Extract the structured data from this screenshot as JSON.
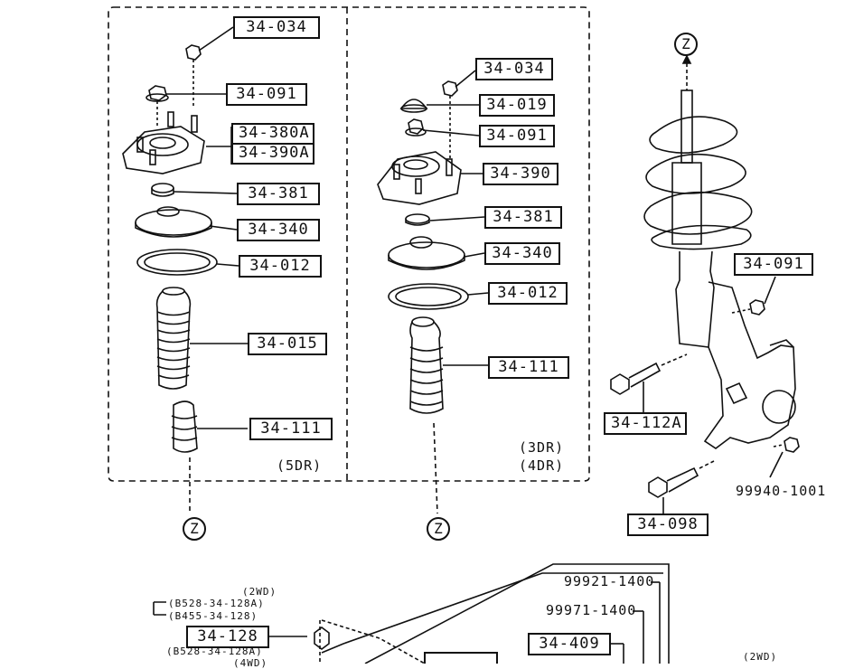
{
  "parts_5dr": [
    "34-034",
    "34-091",
    "34-380A",
    "34-390A",
    "34-381",
    "34-340",
    "34-012",
    "34-015",
    "34-111"
  ],
  "parts_3dr": [
    "34-034",
    "34-019",
    "34-091",
    "34-390",
    "34-381",
    "34-340",
    "34-012",
    "34-111"
  ],
  "parts_knuckle": [
    "34-091",
    "34-112A",
    "34-098"
  ],
  "bolt_99940": "99940-1001",
  "bottom_parts": [
    "99921-1400",
    "99971-1400",
    "34-409",
    "34-128"
  ],
  "label_5dr": "(5DR)",
  "label_3dr": "(3DR)",
  "label_4dr": "(4DR)",
  "zmark": "Z",
  "note_2wd": "(2WD)",
  "note_b528": "(B528-34-128A)",
  "note_b455": "(B455-34-128)",
  "note_b528b": "(B528-34-128A)",
  "note_4wd": "(4WD)",
  "note_2wd_right": "(2WD)"
}
